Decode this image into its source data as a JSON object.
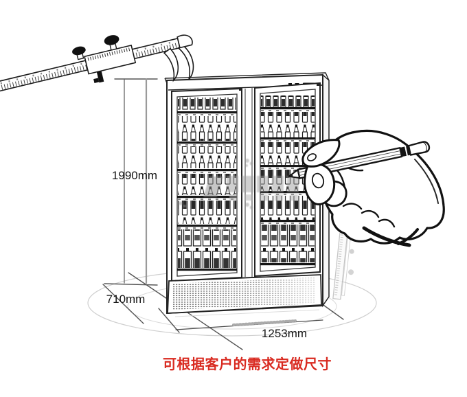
{
  "illustration": {
    "caption": "可根据客户的需求定做尺寸",
    "caption_color": "#d92a20",
    "ink_color": "#1a1a1a",
    "faint_line_color": "#cfcfcf",
    "dimensions": {
      "height_label": "1990mm",
      "depth_label": "710mm",
      "width_label": "1253mm"
    },
    "icons": {
      "caliper": "vernier-caliper",
      "hand_pencil": "hand-holding-pencil",
      "cooler": "two-door-display-cooler",
      "ruler": "standing-measure-ruler"
    }
  }
}
